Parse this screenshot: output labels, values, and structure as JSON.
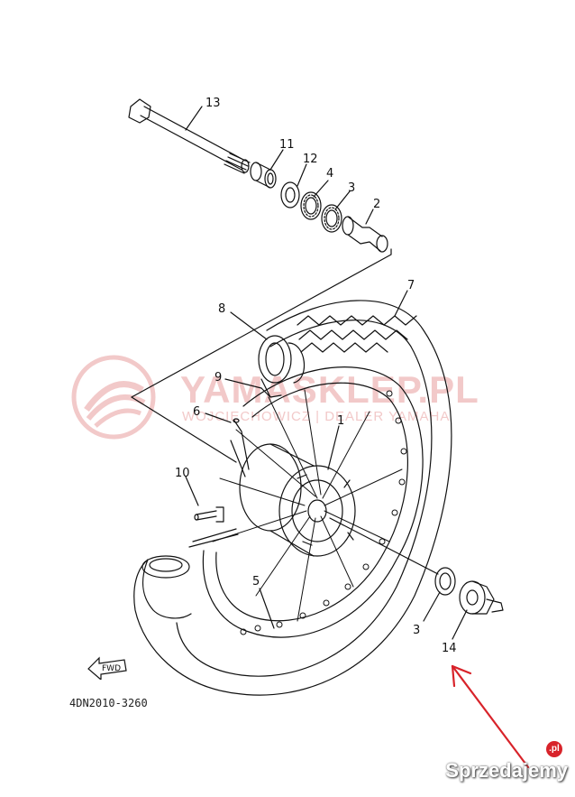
{
  "watermark": {
    "main_text": "YAMASKLEP.PL",
    "sub_text": "WOJCIECHOWICZ | DEALER YAMAHA",
    "color": "#f2c9c9"
  },
  "diagram": {
    "code": "4DN2010-3260",
    "fwd_label": "FWD",
    "callouts": [
      "13",
      "11",
      "12",
      "4",
      "3",
      "2",
      "7",
      "8",
      "9",
      "6",
      "1",
      "10",
      "5",
      "3",
      "14"
    ]
  },
  "site_brand": {
    "text": "Sprzedajemy",
    "badge": ".pl",
    "badge_color": "#d8232a"
  },
  "highlight_arrow": {
    "color": "#d8232a"
  }
}
